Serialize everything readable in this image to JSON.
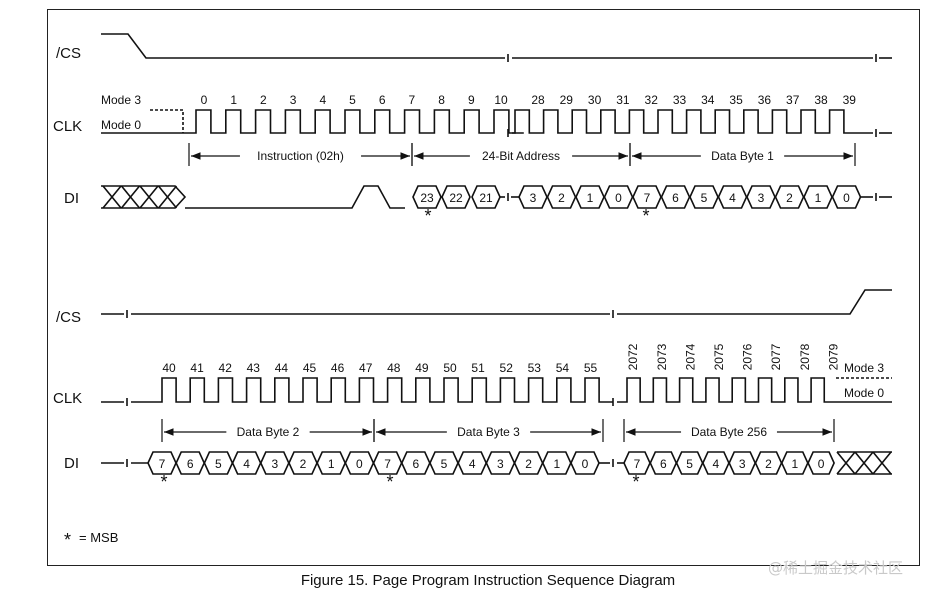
{
  "signals": {
    "cs": "/CS",
    "clk": "CLK",
    "di": "DI"
  },
  "modes": {
    "mode3": "Mode 3",
    "mode0": "Mode 0"
  },
  "panel1": {
    "clk_numbers": [
      "0",
      "1",
      "2",
      "3",
      "4",
      "5",
      "6",
      "7",
      "8",
      "9",
      "10",
      "28",
      "29",
      "30",
      "31",
      "32",
      "33",
      "34",
      "35",
      "36",
      "37",
      "38",
      "39"
    ],
    "spans": [
      "Instruction (02h)",
      "24-Bit Address",
      "Data Byte 1"
    ],
    "di_values": [
      "23",
      "22",
      "21",
      "3",
      "2",
      "1",
      "0",
      "7",
      "6",
      "5",
      "4",
      "3",
      "2",
      "1",
      "0"
    ]
  },
  "panel2": {
    "clk_numbers": [
      "40",
      "41",
      "42",
      "43",
      "44",
      "45",
      "46",
      "47",
      "48",
      "49",
      "50",
      "51",
      "52",
      "53",
      "54",
      "55",
      "2072",
      "2073",
      "2074",
      "2075",
      "2076",
      "2077",
      "2078",
      "2079"
    ],
    "spans": [
      "Data Byte 2",
      "Data Byte 3",
      "Data Byte 256"
    ],
    "di_values": [
      "7",
      "6",
      "5",
      "4",
      "3",
      "2",
      "1",
      "0",
      "7",
      "6",
      "5",
      "4",
      "3",
      "2",
      "1",
      "0",
      "7",
      "6",
      "5",
      "4",
      "3",
      "2",
      "1",
      "0"
    ]
  },
  "msb_marker": "*",
  "legend": "= MSB",
  "caption": "Figure 15. Page Program Instruction Sequence Diagram",
  "watermark": "@稀土掘金技术社区"
}
